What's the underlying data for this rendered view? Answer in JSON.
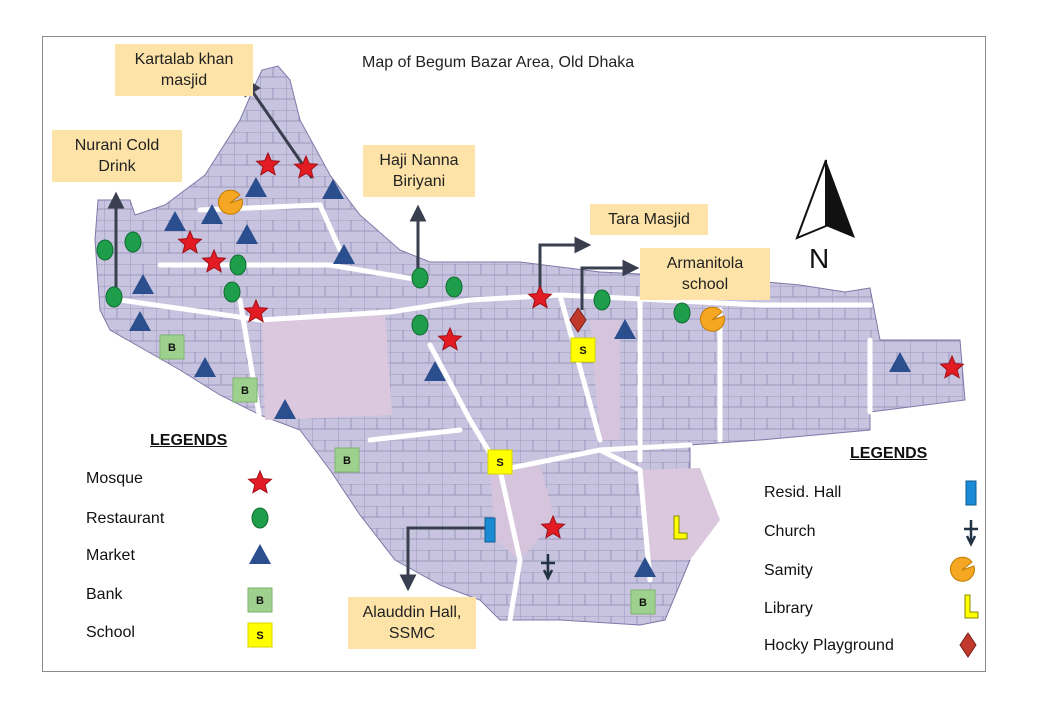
{
  "title": "Map of Begum Bazar Area, Old Dhaka",
  "north_label": "N",
  "colors": {
    "land": "#cdc8e3",
    "pink_zone": "#dbc8de",
    "blocks": "#b9b9d3",
    "road": "#ffffff",
    "mosque": "#e31b23",
    "restaurant": "#1e9e4a",
    "market": "#2b4f8e",
    "bank": "#9fd18e",
    "school": "#ffff00",
    "callout": "#fde3a7",
    "resid_hall": "#1b8bd6",
    "samity": "#f5a623",
    "library": "#ffff00",
    "hocky": "#c0392b"
  },
  "callouts": {
    "kartalab": "Kartalab khan masjid",
    "nurani": "Nurani Cold Drink",
    "haji": "Haji Nanna Biriyani",
    "tara": "Tara Masjid",
    "armanitola": "Armanitola school",
    "alauddin": "Alauddin Hall, SSMC"
  },
  "legend_left": {
    "heading": "LEGENDS",
    "items": [
      "Mosque",
      "Restaurant",
      "Market",
      "Bank",
      "School"
    ]
  },
  "legend_right": {
    "heading": "LEGENDS",
    "items": [
      "Resid. Hall",
      "Church",
      "Samity",
      "Library",
      "Hocky Playground"
    ]
  },
  "symbols": {
    "bank_letter": "B",
    "school_letter": "S",
    "library_letter": "L"
  }
}
